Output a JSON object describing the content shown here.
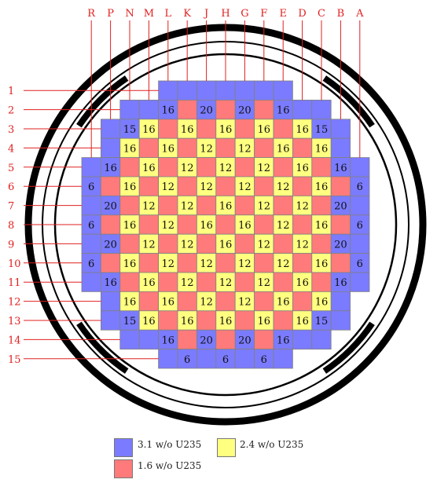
{
  "column_labels": [
    "R",
    "P",
    "N",
    "M",
    "L",
    "K",
    "J",
    "H",
    "G",
    "F",
    "E",
    "D",
    "C",
    "B",
    "A"
  ],
  "row_labels": [
    "1",
    "2",
    "3",
    "4",
    "5",
    "6",
    "7",
    "8",
    "9",
    "10",
    "11",
    "12",
    "13",
    "14",
    "15"
  ],
  "colors": {
    "enrichment_3_1": "#7b7bff",
    "enrichment_2_4": "#ffff80",
    "enrichment_1_6": "#ff7b7b",
    "label_red": "#e02020",
    "structure": "#000000"
  },
  "legend": [
    {
      "key": "enrichment_3_1",
      "label": "3.1 w/o U235"
    },
    {
      "key": "enrichment_2_4",
      "label": "2.4 w/o U235"
    },
    {
      "key": "enrichment_1_6",
      "label": "1.6 w/o U235"
    }
  ],
  "core_map": [
    [
      "",
      "",
      "",
      "",
      "B",
      "B",
      "B",
      "B",
      "B",
      "B",
      "B",
      "",
      "",
      "",
      ""
    ],
    [
      "",
      "",
      "B",
      "B",
      "B:16",
      "R",
      "B:20",
      "R",
      "B:20",
      "R",
      "B:16",
      "B",
      "B",
      "",
      ""
    ],
    [
      "",
      "B",
      "B:15",
      "Y:16",
      "R",
      "Y:16",
      "R",
      "Y:16",
      "R",
      "Y:16",
      "R",
      "Y:16",
      "B:15",
      "B",
      ""
    ],
    [
      "",
      "B",
      "Y:16",
      "R",
      "Y:16",
      "R",
      "Y:12",
      "R",
      "Y:12",
      "R",
      "Y:16",
      "R",
      "Y:16",
      "B",
      ""
    ],
    [
      "B",
      "B:16",
      "R",
      "Y:16",
      "R",
      "Y:12",
      "R",
      "Y:12",
      "R",
      "Y:12",
      "R",
      "Y:16",
      "R",
      "B:16",
      "B"
    ],
    [
      "B:6",
      "R",
      "Y:16",
      "R",
      "Y:12",
      "R",
      "Y:12",
      "R",
      "Y:12",
      "R",
      "Y:12",
      "R",
      "Y:16",
      "R",
      "B:6"
    ],
    [
      "B",
      "B:20",
      "R",
      "Y:12",
      "R",
      "Y:12",
      "R",
      "Y:16",
      "R",
      "Y:12",
      "R",
      "Y:12",
      "R",
      "B:20",
      "B"
    ],
    [
      "B:6",
      "R",
      "Y:16",
      "R",
      "Y:12",
      "R",
      "Y:16",
      "R",
      "Y:16",
      "R",
      "Y:12",
      "R",
      "Y:16",
      "R",
      "B:6"
    ],
    [
      "B",
      "B:20",
      "R",
      "Y:12",
      "R",
      "Y:12",
      "R",
      "Y:16",
      "R",
      "Y:12",
      "R",
      "Y:12",
      "R",
      "B:20",
      "B"
    ],
    [
      "B:6",
      "R",
      "Y:16",
      "R",
      "Y:12",
      "R",
      "Y:12",
      "R",
      "Y:12",
      "R",
      "Y:12",
      "R",
      "Y:16",
      "R",
      "B:6"
    ],
    [
      "B",
      "B:16",
      "R",
      "Y:16",
      "R",
      "Y:12",
      "R",
      "Y:12",
      "R",
      "Y:12",
      "R",
      "Y:16",
      "R",
      "B:16",
      "B"
    ],
    [
      "",
      "B",
      "Y:16",
      "R",
      "Y:16",
      "R",
      "Y:12",
      "R",
      "Y:12",
      "R",
      "Y:16",
      "R",
      "Y:16",
      "B",
      ""
    ],
    [
      "",
      "B",
      "B:15",
      "Y:16",
      "R",
      "Y:16",
      "R",
      "Y:16",
      "R",
      "Y:16",
      "R",
      "Y:16",
      "B:15",
      "B",
      ""
    ],
    [
      "",
      "",
      "B",
      "B",
      "B:16",
      "R",
      "B:20",
      "R",
      "B:20",
      "R",
      "B:16",
      "B",
      "B",
      "",
      ""
    ],
    [
      "",
      "",
      "",
      "",
      "B",
      "B:6",
      "B",
      "B:6",
      "B",
      "B:6",
      "B",
      "",
      "",
      "",
      ""
    ]
  ]
}
